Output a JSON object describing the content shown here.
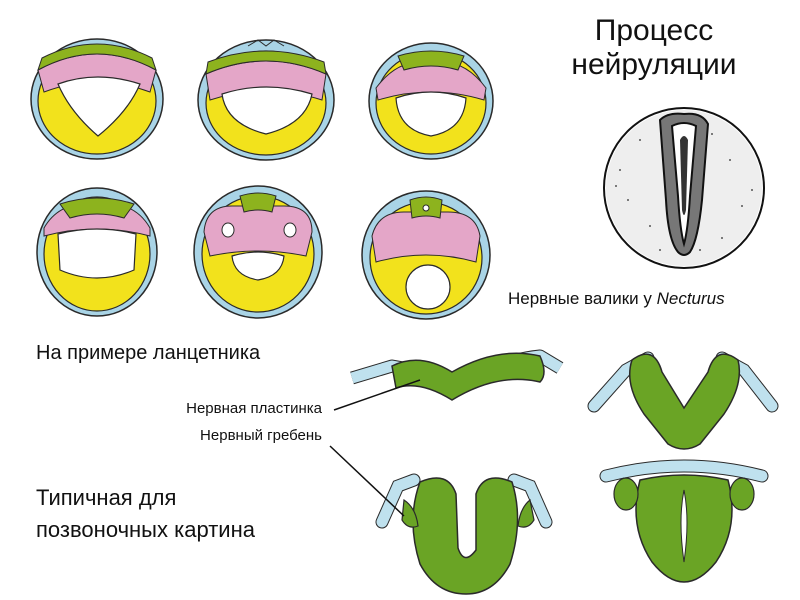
{
  "title": {
    "line1": "Процесс",
    "line2": "нейруляции"
  },
  "photo_caption": {
    "prefix": "Нервные валики у ",
    "species": "Necturus"
  },
  "lancelet_label": "На примере ланцетника",
  "vertebrate_label": {
    "line1": "Типичная для",
    "line2": "позвоночных картина"
  },
  "callouts": {
    "neural_plate": "Нервная пластинка",
    "neural_crest": "Нервный гребень"
  },
  "colors": {
    "ectoderm": "#a9d4e6",
    "neural_plate": "#8db31e",
    "mesoderm": "#e4a6c8",
    "endoderm": "#f2e21c",
    "outline": "#2a2a2a",
    "vertebrate_tissue": "#6aa425",
    "vertebrate_ectoderm": "#bfe1ee"
  }
}
